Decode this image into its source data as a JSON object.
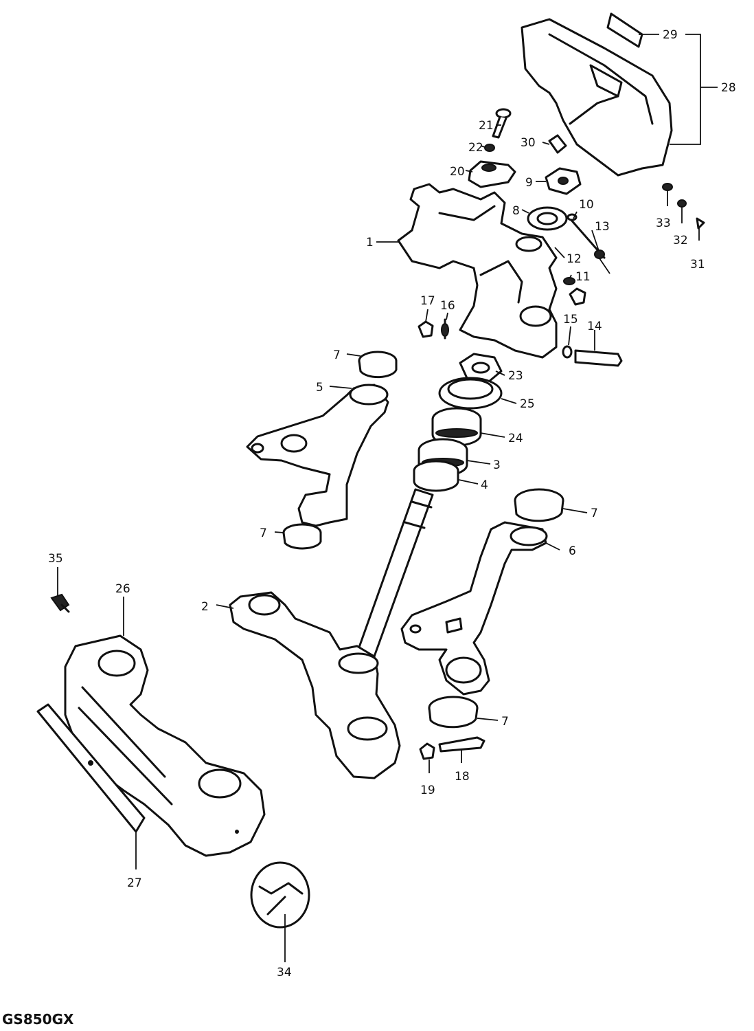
{
  "diagram": {
    "model_code": "GS850GX",
    "callouts": [
      {
        "key": "c1",
        "label": "1"
      },
      {
        "key": "c2",
        "label": "2"
      },
      {
        "key": "c3",
        "label": "3"
      },
      {
        "key": "c4",
        "label": "4"
      },
      {
        "key": "c5",
        "label": "5"
      },
      {
        "key": "c6",
        "label": "6"
      },
      {
        "key": "c7a",
        "label": "7"
      },
      {
        "key": "c7b",
        "label": "7"
      },
      {
        "key": "c7c",
        "label": "7"
      },
      {
        "key": "c7d",
        "label": "7"
      },
      {
        "key": "c8",
        "label": "8"
      },
      {
        "key": "c9",
        "label": "9"
      },
      {
        "key": "c10",
        "label": "10"
      },
      {
        "key": "c11",
        "label": "11"
      },
      {
        "key": "c12",
        "label": "12"
      },
      {
        "key": "c13",
        "label": "13"
      },
      {
        "key": "c14",
        "label": "14"
      },
      {
        "key": "c15",
        "label": "15"
      },
      {
        "key": "c16",
        "label": "16"
      },
      {
        "key": "c17",
        "label": "17"
      },
      {
        "key": "c18",
        "label": "18"
      },
      {
        "key": "c19",
        "label": "19"
      },
      {
        "key": "c20",
        "label": "20"
      },
      {
        "key": "c21",
        "label": "21"
      },
      {
        "key": "c22",
        "label": "22"
      },
      {
        "key": "c23",
        "label": "23"
      },
      {
        "key": "c24",
        "label": "24"
      },
      {
        "key": "c25",
        "label": "25"
      },
      {
        "key": "c26",
        "label": "26"
      },
      {
        "key": "c27",
        "label": "27"
      },
      {
        "key": "c28",
        "label": "28"
      },
      {
        "key": "c29",
        "label": "29"
      },
      {
        "key": "c30",
        "label": "30"
      },
      {
        "key": "c31",
        "label": "31"
      },
      {
        "key": "c32",
        "label": "32"
      },
      {
        "key": "c33",
        "label": "33"
      },
      {
        "key": "c34",
        "label": "34"
      },
      {
        "key": "c35",
        "label": "35"
      }
    ]
  }
}
